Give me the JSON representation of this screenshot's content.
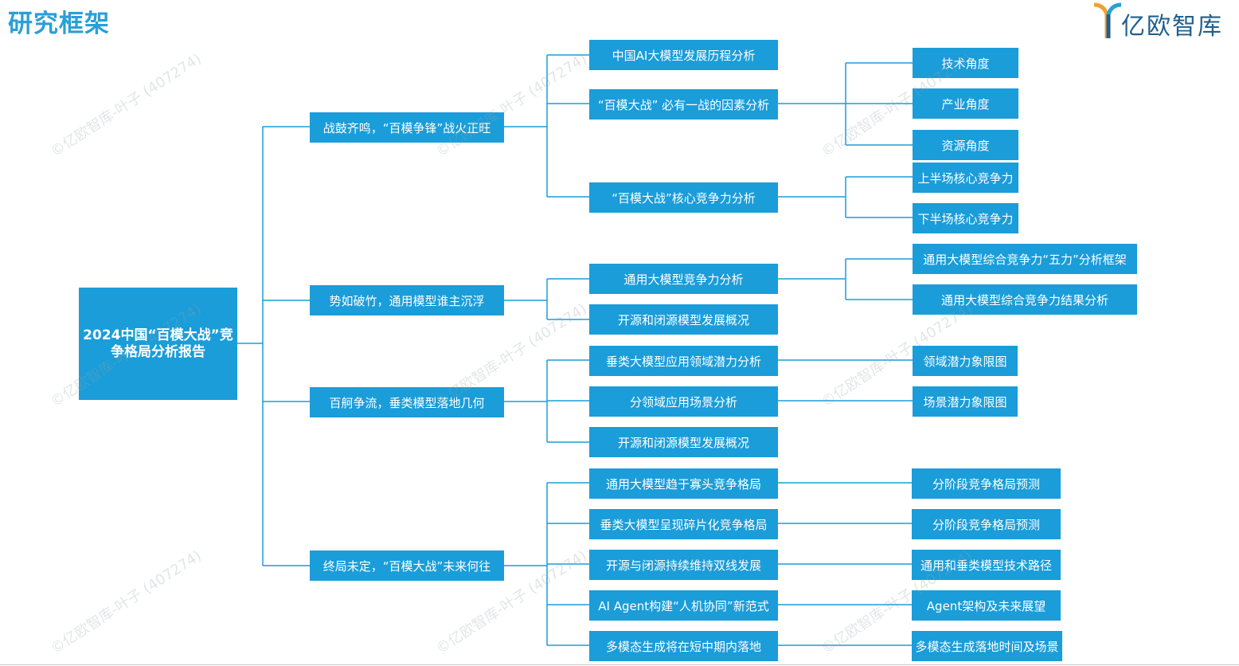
{
  "title": "研究框架",
  "logo": {
    "text": "亿欧智库"
  },
  "watermark": "©亿欧智库-叶子 (407274)",
  "root": "2024中国“百模大战”竞争格局分析报告",
  "level1": [
    "战鼓齐鸣，“百模争锋”战火正旺",
    "势如破竹，通用模型谁主沉浮",
    "百舸争流，垂类模型落地几何",
    "终局未定，“百模大战”未来何往"
  ],
  "level2": [
    "中国AI大模型发展历程分析",
    "“百模大战” 必有一战的因素分析",
    "“百模大战”核心竞争力分析",
    "通用大模型竞争力分析",
    "开源和闭源模型发展概况",
    "垂类大模型应用领域潜力分析",
    "分领域应用场景分析",
    "开源和闭源模型发展概况",
    "通用大模型趋于寡头竞争格局",
    "垂类大模型呈现碎片化竞争格局",
    "开源与闭源持续维持双线发展",
    "AI Agent构建“人机协同”新范式",
    "多模态生成将在短中期内落地"
  ],
  "level3": [
    "技术角度",
    "产业角度",
    "资源角度",
    "上半场核心竞争力",
    "下半场核心竞争力",
    "通用大模型综合竞争力“五力”分析框架",
    "通用大模型综合竞争力结果分析",
    "领域潜力象限图",
    "场景潜力象限图",
    "分阶段竞争格局预测",
    "分阶段竞争格局预测",
    "通用和垂类模型技术路径",
    "Agent架构及未来展望",
    "多模态生成落地时间及场景"
  ]
}
